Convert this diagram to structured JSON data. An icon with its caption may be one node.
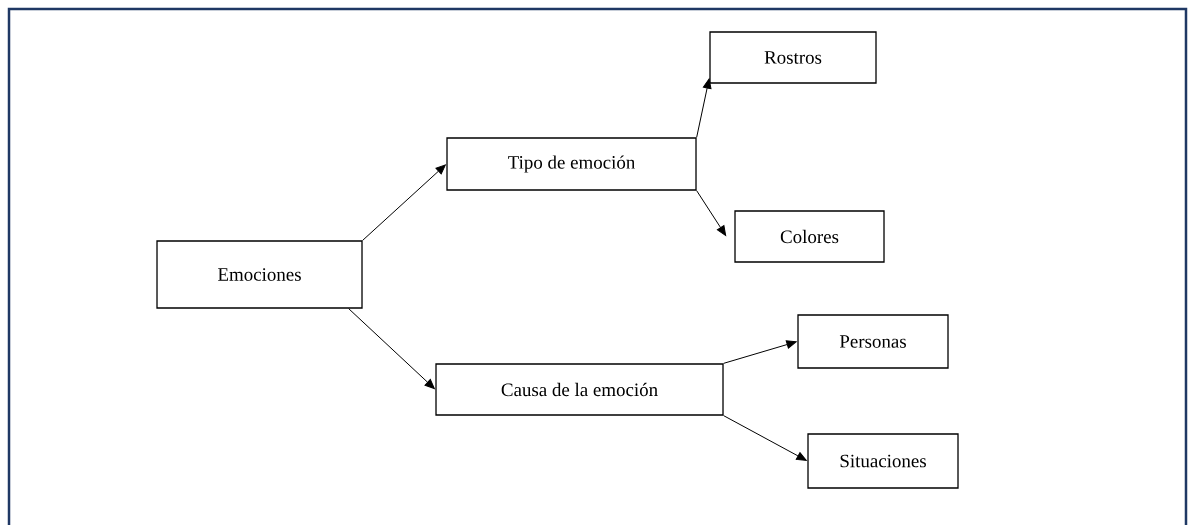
{
  "diagram": {
    "nodes": [
      {
        "text": [
          "Emociones"
        ]
      },
      {
        "text": [
          "Tipo de emoción"
        ]
      },
      {
        "text": [
          "Rostros"
        ]
      },
      {
        "text": [
          "Colores"
        ]
      },
      {
        "text": [
          "Causa de la emoción"
        ]
      },
      {
        "text": [
          "Personas"
        ]
      },
      {
        "text": [
          "Situaciones"
        ]
      }
    ],
    "edges": [
      {
        "from": 0,
        "to": 1,
        "arrow": "to"
      },
      {
        "from": 1,
        "to": 2,
        "arrow": "to"
      },
      {
        "from": 1,
        "to": 3,
        "arrow": "to"
      },
      {
        "from": 0,
        "to": 4,
        "arrow": "to"
      },
      {
        "from": 4,
        "to": 5,
        "arrow": "to"
      },
      {
        "from": 4,
        "to": 6,
        "arrow": "to"
      }
    ]
  }
}
